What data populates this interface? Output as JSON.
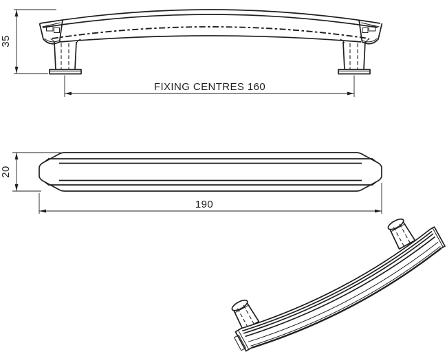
{
  "page": {
    "background": "#ffffff",
    "line_color": "#1f1f1f"
  },
  "views": {
    "front_elevation": {
      "height_dim": "35",
      "fixing_centres_dim": "FIXING CENTRES 160"
    },
    "plan": {
      "depth_dim": "20",
      "length_dim": "190"
    }
  }
}
